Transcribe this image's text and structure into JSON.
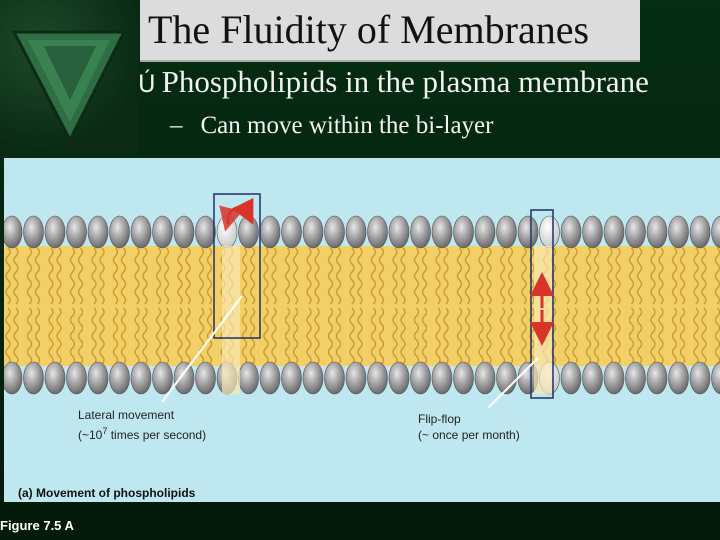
{
  "slide": {
    "title": "The Fluidity of Membranes",
    "bullet_marker": "Ú",
    "bullet": "Phospholipids in the plasma membrane",
    "subbullet_marker": "–",
    "subbullet": "Can move within the bi-layer"
  },
  "figure": {
    "lateral_label_line1": "Lateral movement",
    "lateral_label_line2_prefix": "(~10",
    "lateral_label_line2_exp": "7",
    "lateral_label_line2_suffix": " times per second)",
    "flipflop_label_line1": "Flip-flop",
    "flipflop_label_line2": "(~ once per month)",
    "panel_caption": "(a) Movement of phospholipids",
    "figure_number": "Figure 7.5 A"
  },
  "colors": {
    "head_gray": "#9a9a9a",
    "tail_yellow": "#f2cf67",
    "water_blue": "#bfe7ef",
    "arrow_red": "#d8342b",
    "box_navy": "#2a3a6e"
  }
}
